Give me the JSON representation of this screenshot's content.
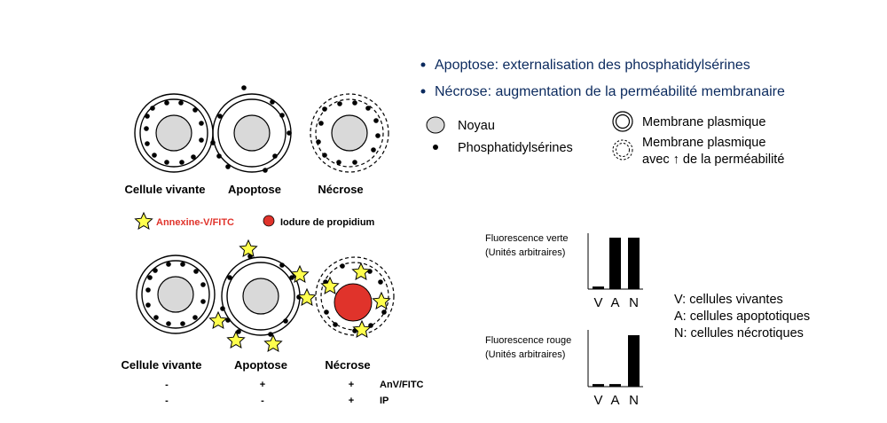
{
  "bullets": [
    "Apoptose: externalisation des phosphatidylsérines",
    "Nécrose: augmentation de la perméabilité membranaire"
  ],
  "legend_cells": {
    "noyau": "Noyau",
    "phosphatidylserines": "Phosphatidylsérines",
    "membrane": "Membrane plasmique",
    "membrane_perm_line1": "Membrane plasmique",
    "membrane_perm_line2": "avec ↑ de la perméabilité"
  },
  "top_row_labels": [
    "Cellule vivante",
    "Apoptose",
    "Nécrose"
  ],
  "reagent_legend": {
    "annexin": "Annexine-V/FITC",
    "iodure": "Iodure de propidium",
    "annexin_color": "#e0332b",
    "iodure_color": "#e0332b"
  },
  "bottom_row_labels": [
    "Cellule vivante",
    "Apoptose",
    "Nécrose"
  ],
  "marker_table": {
    "rows": [
      {
        "label": "AnV/FITC",
        "values": [
          "-",
          "+",
          "+"
        ]
      },
      {
        "label": "IP",
        "values": [
          "-",
          "-",
          "+"
        ]
      }
    ]
  },
  "colors": {
    "nucleus": "#d9d9d9",
    "star": "#ffff4d",
    "necrotic_nucleus": "#e0332b",
    "bullet_text": "#0b2a5e"
  },
  "chart_data": [
    {
      "type": "bar",
      "ylabel_line1": "Fluorescence verte",
      "ylabel_line2": "(Unités arbitraires)",
      "categories": [
        "V",
        "A",
        "N"
      ],
      "values": [
        0.05,
        1.0,
        1.0
      ],
      "ylim": [
        0,
        1
      ]
    },
    {
      "type": "bar",
      "ylabel_line1": "Fluorescence rouge",
      "ylabel_line2": "(Unités arbitraires)",
      "categories": [
        "V",
        "A",
        "N"
      ],
      "values": [
        0.05,
        0.05,
        1.0
      ],
      "ylim": [
        0,
        1
      ]
    }
  ],
  "chart_legend": [
    "V: cellules vivantes",
    "A: cellules apoptotiques",
    "N: cellules nécrotiques"
  ]
}
